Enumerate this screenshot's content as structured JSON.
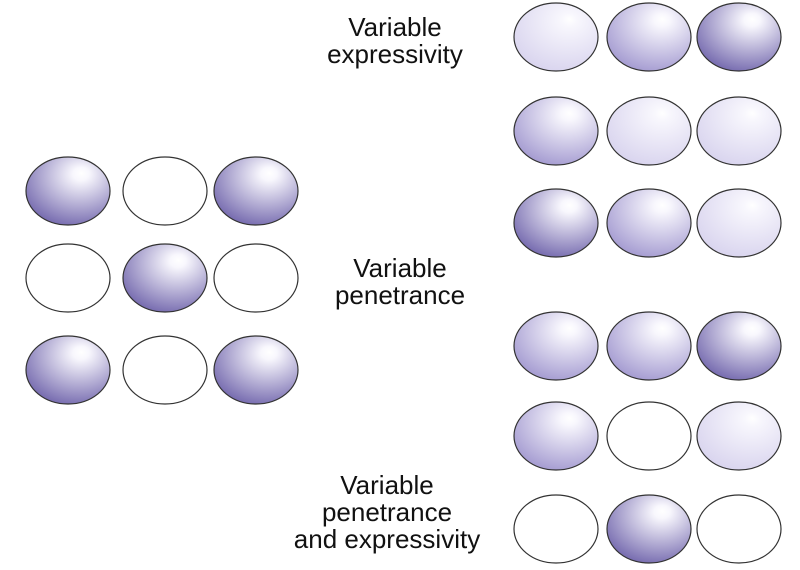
{
  "labels": {
    "expressivity": [
      "Variable",
      "expressivity"
    ],
    "penetrance": [
      "Variable",
      "penetrance"
    ],
    "both": [
      "Variable",
      "penetrance",
      "and expressivity"
    ]
  },
  "colors": {
    "dark": "#6a5ea8",
    "medium": "#9d93cd",
    "light": "#d6d1ed",
    "empty": "#ffffff",
    "outline": "#333333"
  },
  "grids": {
    "left": [
      [
        "dark",
        "empty",
        "dark"
      ],
      [
        "empty",
        "dark",
        "empty"
      ],
      [
        "dark",
        "empty",
        "dark"
      ]
    ],
    "expressivity": [
      [
        "light",
        "medium",
        "dark"
      ],
      [
        "medium",
        "light",
        "light"
      ],
      [
        "dark",
        "medium",
        "light"
      ]
    ],
    "both": [
      [
        "medium",
        "medium",
        "dark"
      ],
      [
        "medium",
        "empty",
        "light"
      ],
      [
        "empty",
        "dark",
        "empty"
      ]
    ]
  }
}
